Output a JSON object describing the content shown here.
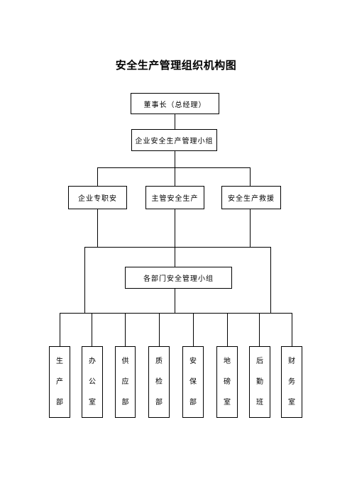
{
  "title": "安全生产管理组织机构图",
  "nodes": {
    "chairman": "董事长（总经理）",
    "committee": "企业安全生产管理小组",
    "level2": [
      "企业专职安",
      "主管安全生产",
      "安全生产救援"
    ],
    "dept_group": "各部门安全管理小组",
    "departments": [
      [
        "生",
        "产",
        "部"
      ],
      [
        "办",
        "公",
        "室"
      ],
      [
        "供",
        "应",
        "部"
      ],
      [
        "质",
        "检",
        "部"
      ],
      [
        "安",
        "保",
        "部"
      ],
      [
        "地",
        "磅",
        "室"
      ],
      [
        "后",
        "勤",
        "班"
      ],
      [
        "财",
        "务",
        "室"
      ]
    ]
  }
}
